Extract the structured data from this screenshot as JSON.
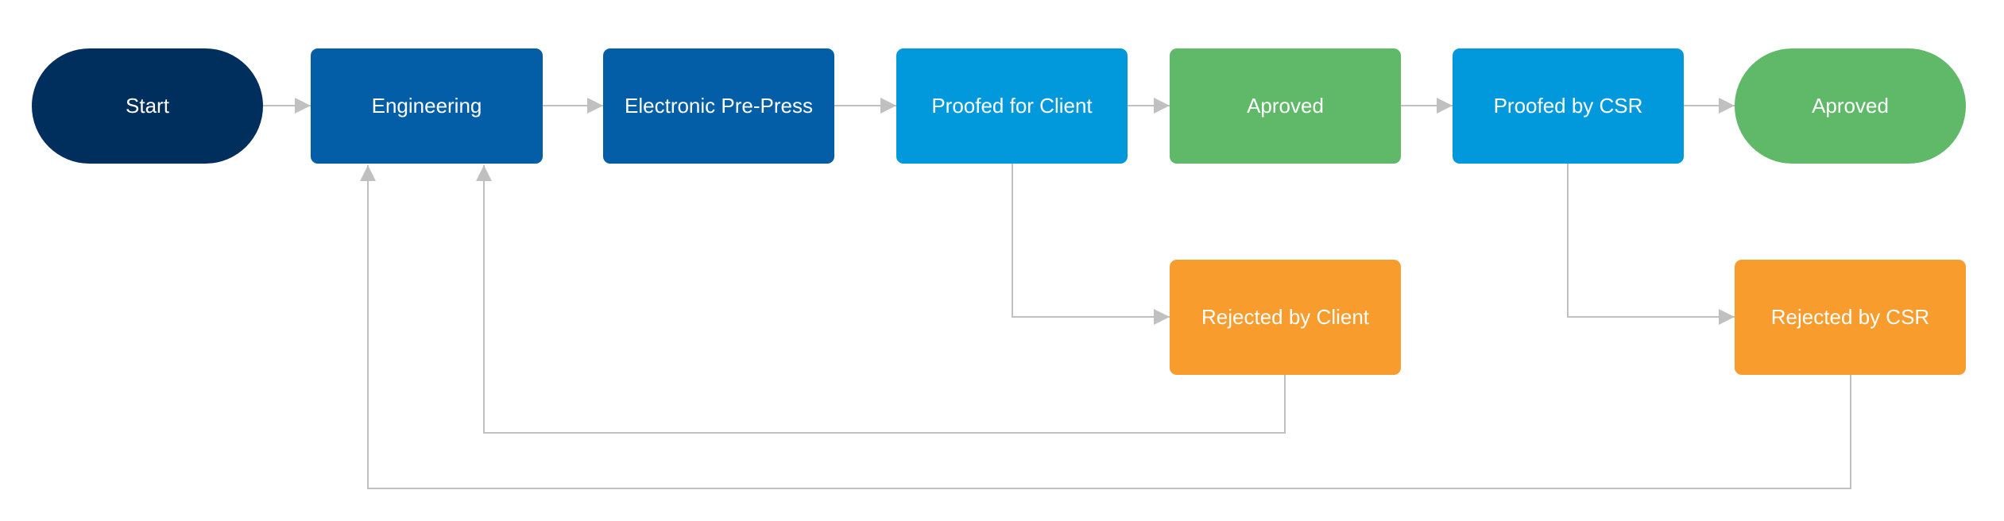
{
  "diagram": {
    "nodes": {
      "start": {
        "label": "Start",
        "shape": "terminal",
        "color": "#002f5d"
      },
      "engineering": {
        "label": "Engineering",
        "shape": "process",
        "color": "#035ea7"
      },
      "prepress": {
        "label": "Electronic Pre-Press",
        "shape": "process",
        "color": "#035ea7"
      },
      "proofed_client": {
        "label": "Proofed for Client",
        "shape": "process",
        "color": "#0299dc"
      },
      "approved_1": {
        "label": "Aproved",
        "shape": "process",
        "color": "#60b968"
      },
      "proofed_csr": {
        "label": "Proofed by CSR",
        "shape": "process",
        "color": "#0299dc"
      },
      "approved_2": {
        "label": "Aproved",
        "shape": "terminal",
        "color": "#60b968"
      },
      "rejected_client": {
        "label": "Rejected by Client",
        "shape": "process",
        "color": "#f99c2e"
      },
      "rejected_csr": {
        "label": "Rejected by CSR",
        "shape": "process",
        "color": "#f99c2e"
      }
    },
    "edges": [
      {
        "from": "start",
        "to": "engineering"
      },
      {
        "from": "engineering",
        "to": "prepress"
      },
      {
        "from": "prepress",
        "to": "proofed_client"
      },
      {
        "from": "proofed_client",
        "to": "approved_1"
      },
      {
        "from": "approved_1",
        "to": "proofed_csr"
      },
      {
        "from": "proofed_csr",
        "to": "approved_2"
      },
      {
        "from": "proofed_client",
        "to": "rejected_client"
      },
      {
        "from": "proofed_csr",
        "to": "rejected_csr"
      },
      {
        "from": "rejected_client",
        "to": "engineering"
      },
      {
        "from": "rejected_csr",
        "to": "engineering"
      }
    ],
    "connector_color": "#c0c0c0"
  }
}
